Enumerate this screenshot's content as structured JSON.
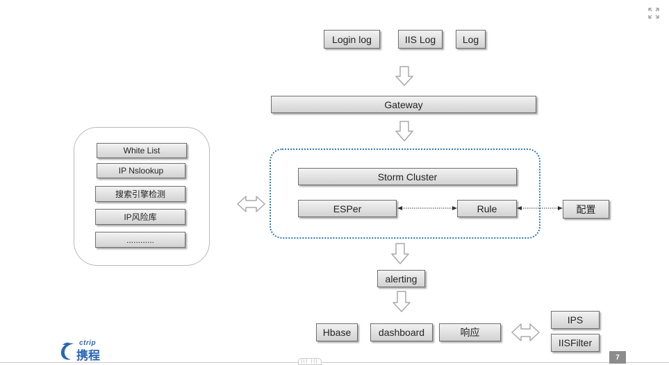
{
  "sources": [
    "Login log",
    "IIS Log",
    "Log"
  ],
  "gateway": "Gateway",
  "storm_cluster": {
    "title": "Storm Cluster",
    "esper": "ESPer",
    "rule": "Rule"
  },
  "config": "配置",
  "side_panel": {
    "items": [
      "White List",
      "IP Nslookup",
      "搜索引擎检测",
      "IP风险库",
      "............"
    ]
  },
  "alerting": "alerting",
  "outputs": [
    "Hbase",
    "dashboard",
    "响应"
  ],
  "response_targets": [
    "IPS",
    "IISFilter"
  ],
  "logo": {
    "en": "ctrip",
    "zh": "携程"
  },
  "page_number": "7",
  "colors": {
    "box_fill_top": "#f2f2f2",
    "box_fill_bottom": "#d2d2d2",
    "dotted_frame": "#2a7ab5",
    "logo_blue": "#2a67b3"
  },
  "icons": [
    "fullscreen-icon",
    "down-arrow-icon",
    "double-arrow-icon",
    "ctrip-dolphin-icon"
  ]
}
